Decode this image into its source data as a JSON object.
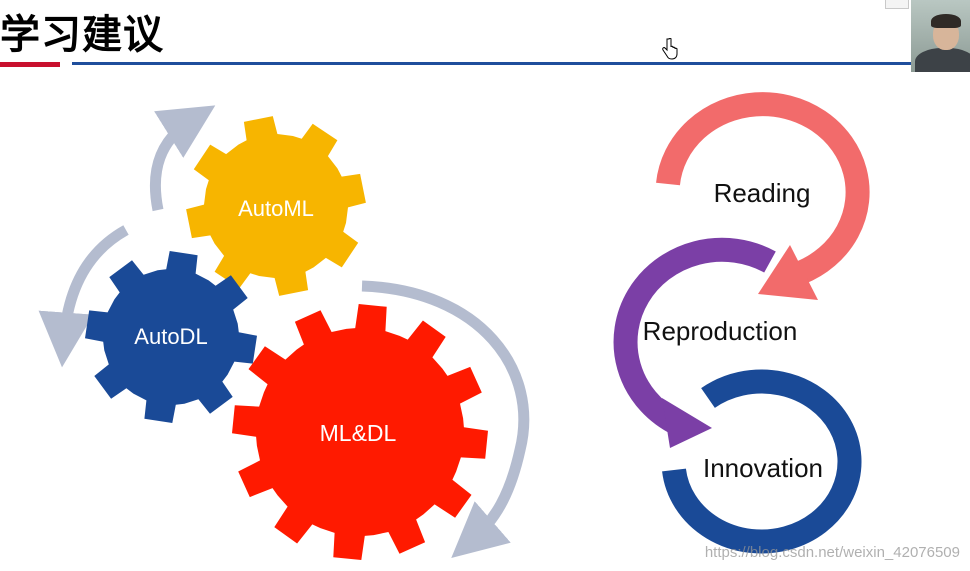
{
  "slide": {
    "title": "学习建议"
  },
  "gears": {
    "automl": {
      "label": "AutoML",
      "color": "#f7b500"
    },
    "autodl": {
      "label": "AutoDL",
      "color": "#1a4a97"
    },
    "mldl": {
      "label": "ML&DL",
      "color": "#ff1a00"
    },
    "cycle_arrow_color": "#b4bccf",
    "text_color": "#ffffff"
  },
  "research_cycle": {
    "reading": {
      "label": "Reading",
      "color": "#f26b6b"
    },
    "reproduction": {
      "label": "Reproduction",
      "color": "#7b3fa6"
    },
    "innovation": {
      "label": "Innovation",
      "color": "#1a4a97"
    },
    "text_color": "#111111"
  },
  "watermark": "https://blog.csdn.net/weixin_42076509"
}
